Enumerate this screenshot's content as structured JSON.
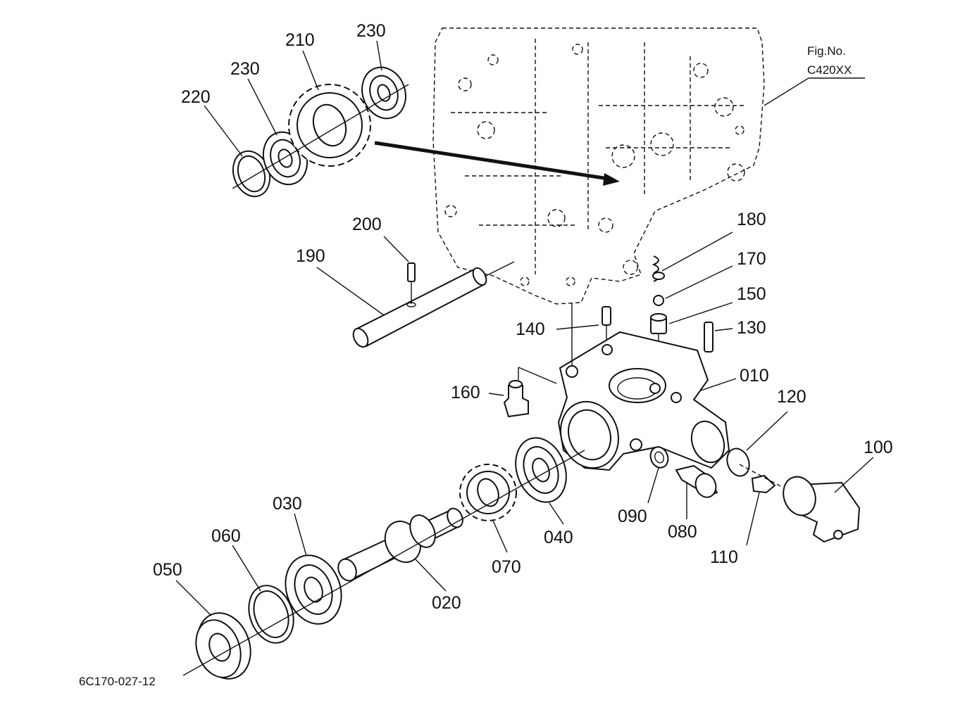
{
  "figure": {
    "fig_label": "Fig.No.",
    "fig_code": "C420XX",
    "drawing_code": "6C170-027-12"
  },
  "callouts": [
    {
      "id": "c230a",
      "text": "230"
    },
    {
      "id": "c210",
      "text": "210"
    },
    {
      "id": "c230b",
      "text": "230"
    },
    {
      "id": "c220",
      "text": "220"
    },
    {
      "id": "c200",
      "text": "200"
    },
    {
      "id": "c190",
      "text": "190"
    },
    {
      "id": "c180",
      "text": "180"
    },
    {
      "id": "c170",
      "text": "170"
    },
    {
      "id": "c150",
      "text": "150"
    },
    {
      "id": "c140",
      "text": "140"
    },
    {
      "id": "c130",
      "text": "130"
    },
    {
      "id": "c010",
      "text": "010"
    },
    {
      "id": "c160",
      "text": "160"
    },
    {
      "id": "c120",
      "text": "120"
    },
    {
      "id": "c100",
      "text": "100"
    },
    {
      "id": "c090",
      "text": "090"
    },
    {
      "id": "c080",
      "text": "080"
    },
    {
      "id": "c110",
      "text": "110"
    },
    {
      "id": "c040",
      "text": "040"
    },
    {
      "id": "c070",
      "text": "070"
    },
    {
      "id": "c030",
      "text": "030"
    },
    {
      "id": "c060",
      "text": "060"
    },
    {
      "id": "c050",
      "text": "050"
    },
    {
      "id": "c020",
      "text": "020"
    }
  ]
}
